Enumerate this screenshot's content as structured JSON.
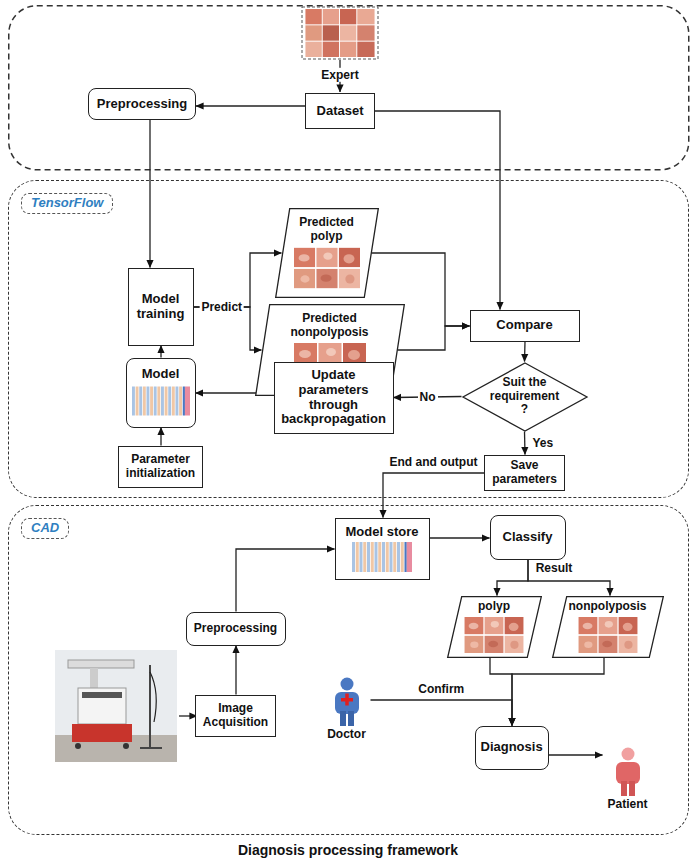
{
  "diagram": {
    "caption": "Diagnosis processing framework",
    "nodes": [
      {
        "text": [
          "Preprocessing"
        ]
      },
      {
        "text": [
          "Dataset"
        ]
      },
      {
        "text": [
          "TensorFlow"
        ]
      },
      {
        "text": [
          "Predicted polyp"
        ],
        "in": 2
      },
      {
        "text": [
          "Model training"
        ],
        "in": 2
      },
      {
        "text": [
          "Compare"
        ],
        "in": 2
      },
      {
        "text": [
          "Predicted nonpolyposis"
        ],
        "in": 2
      },
      {
        "text": [
          "Model"
        ],
        "in": 2
      },
      {
        "text": [
          "Update parameters through backpropagation"
        ],
        "in": 2
      },
      {
        "text": [
          "Suit the requirement ?"
        ],
        "in": 2
      },
      {
        "text": [
          "Parameter initialization"
        ],
        "in": 2
      },
      {
        "text": [
          "Save parameters"
        ],
        "in": 2
      },
      {
        "text": [
          "CAD"
        ]
      },
      {
        "text": [
          "Model store"
        ],
        "in": 12
      },
      {
        "text": [
          "Classify"
        ],
        "in": 12
      },
      {
        "text": [
          "polyp"
        ],
        "in": 12
      },
      {
        "text": [
          "nonpolyposis"
        ],
        "in": 12
      },
      {
        "text": [
          "Preprocessing"
        ],
        "in": 12
      },
      {
        "text": [
          "Doctor"
        ],
        "in": 12
      },
      {
        "text": [
          "Image Acquisition"
        ],
        "in": 12
      },
      {
        "text": [
          "Diagnosis"
        ],
        "in": 12
      },
      {
        "text": [
          "Patient"
        ],
        "in": 12
      }
    ],
    "edges": [
      {
        "from": 1,
        "to": 0,
        "arrow": "to"
      },
      {
        "from": 0,
        "to": 4,
        "arrow": "to"
      },
      {
        "from": 1,
        "to": 5,
        "arrow": "to"
      },
      {
        "from": 4,
        "to": 3,
        "label": "Predict",
        "arrow": "to"
      },
      {
        "from": 4,
        "to": 6,
        "arrow": "to"
      },
      {
        "from": 3,
        "to": 5,
        "arrow": "to"
      },
      {
        "from": 6,
        "to": 5,
        "arrow": "to"
      },
      {
        "from": 5,
        "to": 9,
        "arrow": "to"
      },
      {
        "from": 9,
        "to": 8,
        "label": "No",
        "arrow": "to"
      },
      {
        "from": 8,
        "to": 7,
        "arrow": "to"
      },
      {
        "from": 10,
        "to": 7,
        "arrow": "to"
      },
      {
        "from": 7,
        "to": 4,
        "arrow": "to"
      },
      {
        "from": 9,
        "to": 11,
        "label": "Yes",
        "arrow": "to"
      },
      {
        "from": 11,
        "to": 13,
        "label": "End and output",
        "arrow": "to"
      },
      {
        "from": 13,
        "to": 14,
        "arrow": "to"
      },
      {
        "from": 14,
        "to": 15,
        "label": "Result",
        "arrow": "to"
      },
      {
        "from": 14,
        "to": 16,
        "arrow": "to"
      },
      {
        "from": 15,
        "to": 20,
        "arrow": "to"
      },
      {
        "from": 16,
        "to": 20,
        "arrow": "to"
      },
      {
        "from": 18,
        "to": 20,
        "label": "Confirm",
        "arrow": "to"
      },
      {
        "from": 20,
        "to": 21,
        "arrow": "to"
      },
      {
        "from": 19,
        "to": 17,
        "arrow": "to"
      },
      {
        "from": 17,
        "to": 13,
        "arrow": "to"
      }
    ],
    "labels": [
      "Expert"
    ]
  }
}
